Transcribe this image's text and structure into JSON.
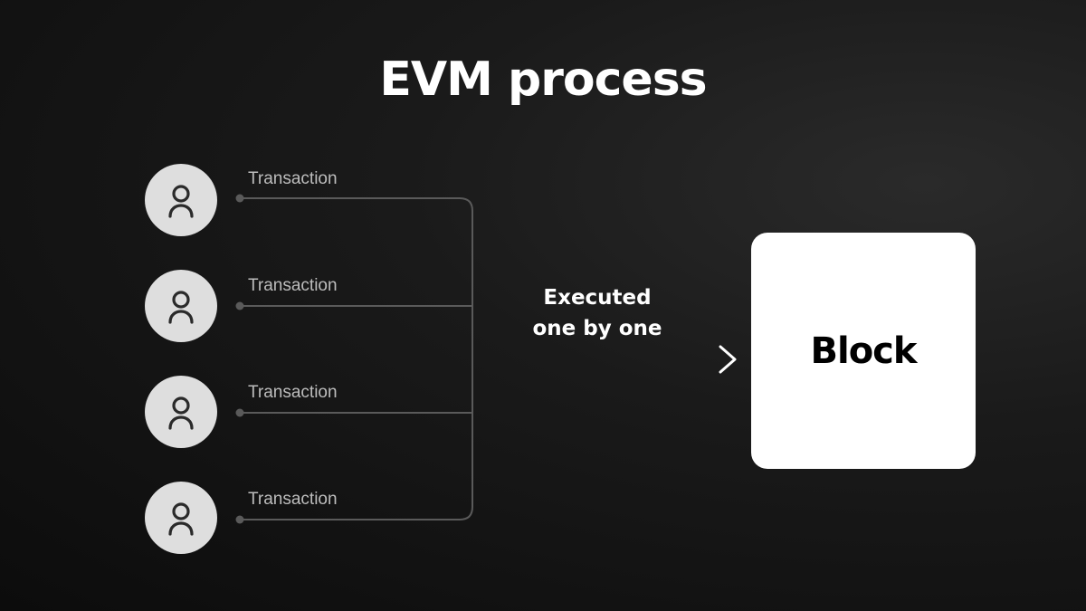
{
  "title": "EVM process",
  "transactions": [
    {
      "label": "Transaction",
      "icon": "user-icon"
    },
    {
      "label": "Transaction",
      "icon": "user-icon"
    },
    {
      "label": "Transaction",
      "icon": "user-icon"
    },
    {
      "label": "Transaction",
      "icon": "user-icon"
    }
  ],
  "arrow": {
    "label_line1": "Executed",
    "label_line2": "one by one"
  },
  "block": {
    "label": "Block"
  },
  "colors": {
    "background": "#141414",
    "avatar": "#dedede",
    "line": "#5a5a5a",
    "block": "#ffffff",
    "text": "#ffffff",
    "tx_text": "#bdbdbd"
  }
}
